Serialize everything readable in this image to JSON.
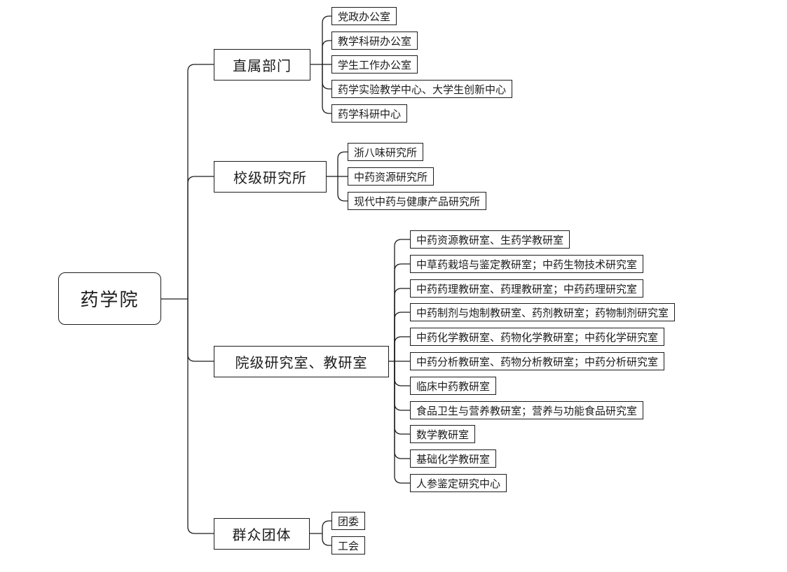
{
  "diagram": {
    "type": "org-chart",
    "colors": {
      "line": "#1c1c1c",
      "background": "#ffffff"
    },
    "root": {
      "label": "药学院"
    },
    "branches": [
      {
        "label": "直属部门",
        "children": [
          "党政办公室",
          "教学科研办公室",
          "学生工作办公室",
          "药学实验教学中心、大学生创新中心",
          "药学科研中心"
        ]
      },
      {
        "label": "校级研究所",
        "children": [
          "浙八味研究所",
          "中药资源研究所",
          "现代中药与健康产品研究所"
        ]
      },
      {
        "label": "院级研究室、教研室",
        "children": [
          "中药资源教研室、生药学教研室",
          "中草药栽培与鉴定教研室；中药生物技术研究室",
          "中药药理教研室、药理教研室；中药药理研究室",
          "中药制剂与炮制教研室、药剂教研室；药物制剂研究室",
          "中药化学教研室、药物化学教研室；中药化学研究室",
          "中药分析教研室、药物分析教研室；中药分析研究室",
          "临床中药教研室",
          "食品卫生与营养教研室；营养与功能食品研究室",
          "数学教研室",
          "基础化学教研室",
          "人参鉴定研究中心"
        ]
      },
      {
        "label": "群众团体",
        "children": [
          "团委",
          "工会"
        ]
      }
    ]
  }
}
